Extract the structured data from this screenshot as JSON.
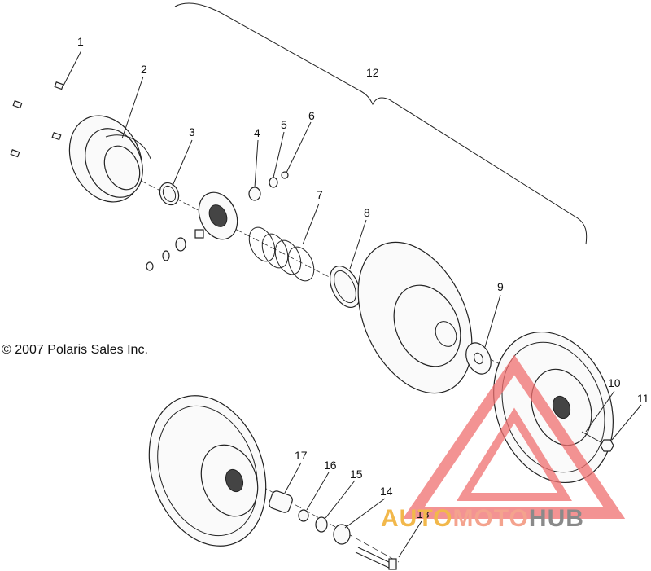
{
  "copyright": "© 2007 Polaris Sales Inc.",
  "callouts": [
    {
      "label": "1"
    },
    {
      "label": "2"
    },
    {
      "label": "3"
    },
    {
      "label": "4"
    },
    {
      "label": "5"
    },
    {
      "label": "6"
    },
    {
      "label": "7"
    },
    {
      "label": "8"
    },
    {
      "label": "9"
    },
    {
      "label": "10"
    },
    {
      "label": "11"
    },
    {
      "label": "12"
    },
    {
      "label": "13"
    },
    {
      "label": "14"
    },
    {
      "label": "15"
    },
    {
      "label": "16"
    },
    {
      "label": "17"
    }
  ],
  "watermark": {
    "part1": "AUTO",
    "part2": "MOTO",
    "part3": "HUB",
    "color1": "#f2b84b",
    "color2": "#f4a38e",
    "color3": "#8a8a8a",
    "triangle_color": "#f07070"
  }
}
